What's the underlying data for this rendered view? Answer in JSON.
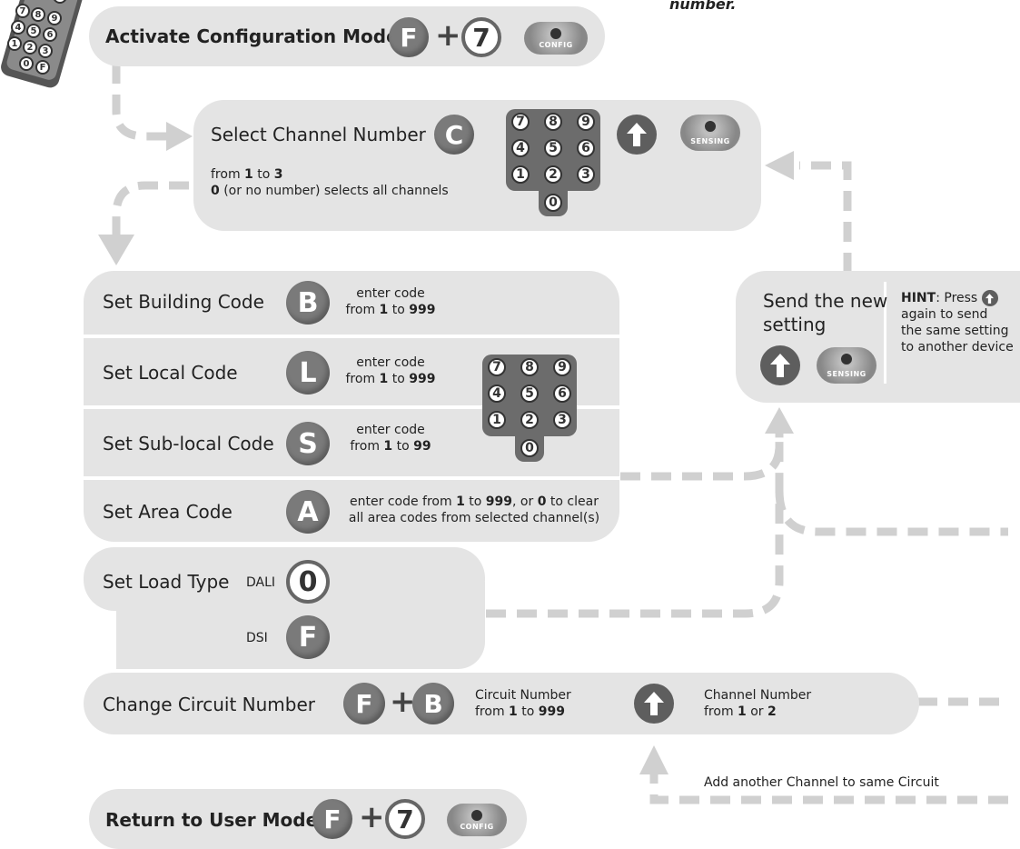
{
  "header_fragment": "number.",
  "remote_keys": [
    "7",
    "8",
    "9",
    "4",
    "5",
    "6",
    "1",
    "2",
    "3",
    "0",
    "F",
    "S"
  ],
  "activate": {
    "label": "Activate Configuration Mode",
    "key1": "F",
    "plus": "+",
    "key2": "7",
    "led": "CONFIG"
  },
  "select_channel": {
    "title": "Select Channel Number",
    "key": "C",
    "line1_pre": "from ",
    "line1_a": "1",
    "line1_mid": " to ",
    "line1_b": "3",
    "line2_a": "0",
    "line2_rest": " (or no number) selects all channels",
    "led": "SENSING"
  },
  "keypad": [
    "7",
    "8",
    "9",
    "4",
    "5",
    "6",
    "1",
    "2",
    "3",
    "0"
  ],
  "building": {
    "label": "Set Building Code",
    "key": "B",
    "note1": "enter code",
    "note2_pre": "from ",
    "note2_a": "1",
    "note2_mid": " to ",
    "note2_b": "999"
  },
  "local": {
    "label": "Set Local Code",
    "key": "L",
    "note1": "enter code",
    "note2_pre": "from ",
    "note2_a": "1",
    "note2_mid": " to ",
    "note2_b": "999"
  },
  "sublocal": {
    "label": "Set Sub-local Code",
    "key": "S",
    "note1": "enter code",
    "note2_pre": "from ",
    "note2_a": "1",
    "note2_mid": " to ",
    "note2_b": "99"
  },
  "area": {
    "label": "Set Area Code",
    "key": "A",
    "note1_pre": "enter code from ",
    "note1_a": "1",
    "note1_mid": " to ",
    "note1_b": "999",
    "note1_c": ", or ",
    "note1_d": "0",
    "note1_e": " to clear",
    "note2": "all area codes from selected channel(s)"
  },
  "load": {
    "label": "Set Load Type",
    "dali": "DALI",
    "dali_key": "0",
    "dsi": "DSI",
    "dsi_key": "F"
  },
  "circuit": {
    "label": "Change Circuit Number",
    "key1": "F",
    "plus": "+",
    "key2": "B",
    "cn1": "Circuit Number",
    "cn2_pre": "from ",
    "cn2_a": "1",
    "cn2_mid": " to ",
    "cn2_b": "999",
    "ch1": "Channel Number",
    "ch2_pre": "from ",
    "ch2_a": "1",
    "ch2_mid": " or ",
    "ch2_b": "2"
  },
  "add_channel": "Add another Channel to same Circuit",
  "send": {
    "line1": "Send the new",
    "line2": "setting",
    "led": "SENSING",
    "hint_bold": "HINT",
    "hint_rest": ": Press",
    "hint2": "again to send",
    "hint3": "the same setting",
    "hint4": "to another device"
  },
  "return": {
    "label": "Return to User Mode",
    "key1": "F",
    "plus": "+",
    "key2": "7",
    "led": "CONFIG"
  }
}
